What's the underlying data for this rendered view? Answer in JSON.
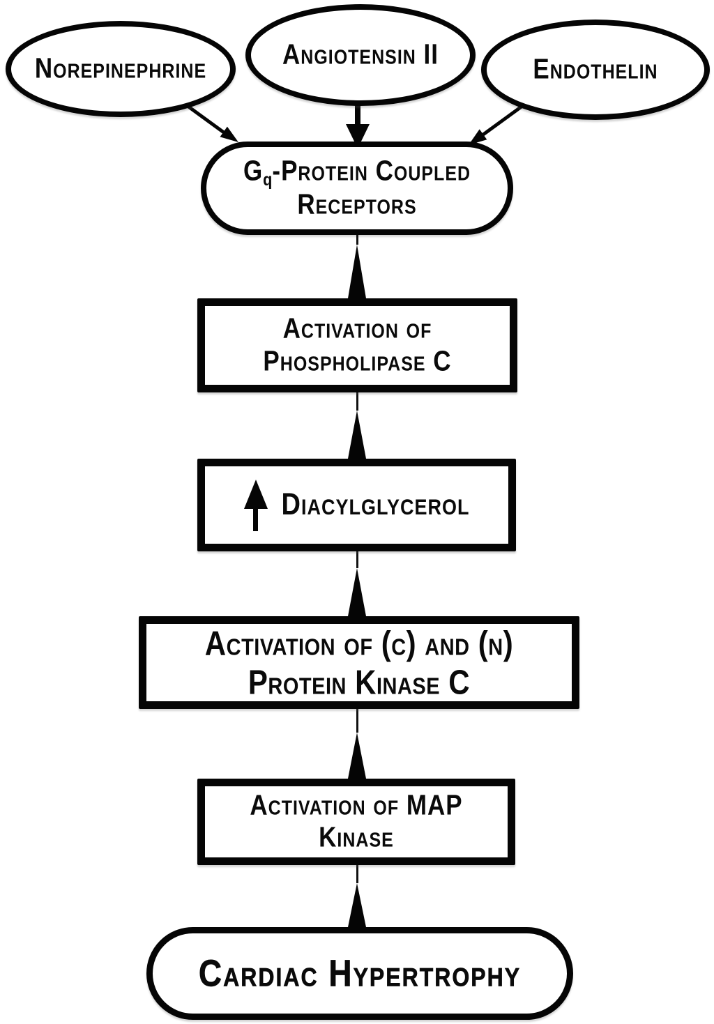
{
  "diagram": {
    "colors": {
      "background": "#ffffff",
      "ink": "#050505"
    },
    "stimuli": [
      {
        "label": "Norepinephrine"
      },
      {
        "label": "Angiotensin II"
      },
      {
        "label": "Endothelin"
      }
    ],
    "receptor": {
      "line1_base": "G",
      "line1_sub": "q",
      "line1_rest": "-Protein Coupled",
      "line2": "Receptors"
    },
    "steps": [
      {
        "lines": [
          "Activation of",
          "Phospholipase C"
        ]
      },
      {
        "icon": "increase-arrow",
        "lines": [
          "Diacylglycerol"
        ]
      },
      {
        "lines": [
          "Activation of (c) and (n)",
          "Protein Kinase C"
        ]
      },
      {
        "lines": [
          "Activation of MAP",
          "Kinase"
        ]
      }
    ],
    "outcome": {
      "label": "Cardiac Hypertrophy"
    }
  }
}
